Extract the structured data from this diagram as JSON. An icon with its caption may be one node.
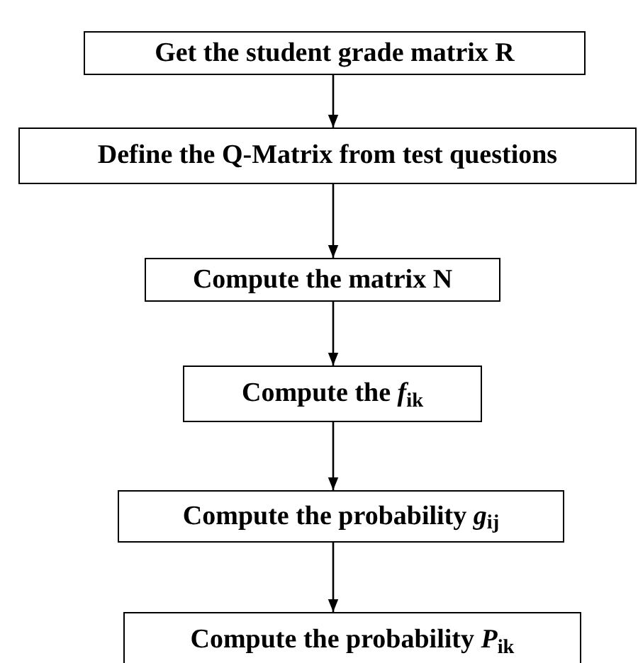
{
  "diagram": {
    "nodes": [
      {
        "text": [
          "Get the student grade matrix R"
        ]
      },
      {
        "text": [
          "Define the Q-Matrix from test questions"
        ]
      },
      {
        "text": [
          "Compute the matrix N"
        ]
      },
      {
        "text": [
          "Compute the *f*$_{ik}$"
        ]
      },
      {
        "text": [
          "Compute the probability *g*$_{ij}$"
        ]
      },
      {
        "text": [
          "Compute the probability *P*$_{ik}$"
        ]
      }
    ],
    "edges": [
      {
        "from": 0,
        "to": 1,
        "arrow": "to"
      },
      {
        "from": 1,
        "to": 2,
        "arrow": "to"
      },
      {
        "from": 2,
        "to": 3,
        "arrow": "to"
      },
      {
        "from": 3,
        "to": 4,
        "arrow": "to"
      },
      {
        "from": 4,
        "to": 5,
        "arrow": "to"
      }
    ]
  }
}
